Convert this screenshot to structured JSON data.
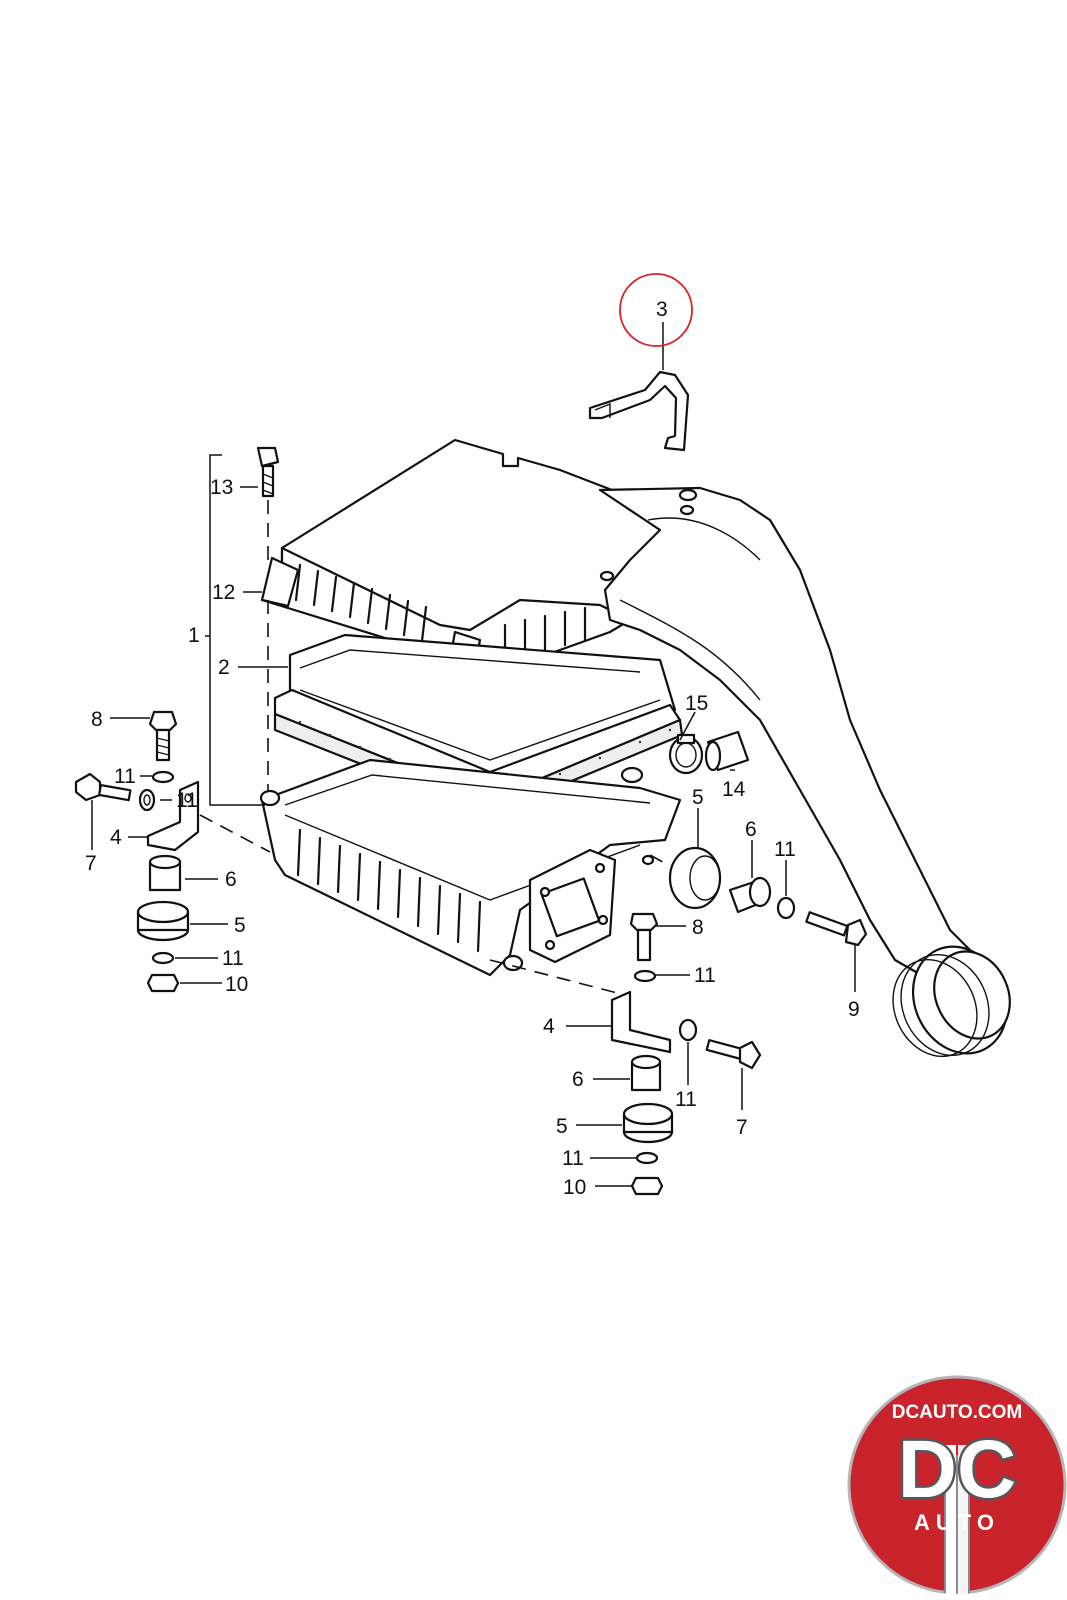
{
  "callouts": {
    "c1": "1",
    "c2": "2",
    "c3": "3",
    "c4a": "4",
    "c4b": "4",
    "c5a": "5",
    "c5b": "5",
    "c5c": "5",
    "c6a": "6",
    "c6b": "6",
    "c6c": "6",
    "c7a": "7",
    "c7b": "7",
    "c8a": "8",
    "c8b": "8",
    "c9": "9",
    "c10a": "10",
    "c10b": "10",
    "c11a": "11",
    "c11b": "11",
    "c11c": "11",
    "c11d": "11",
    "c11e": "11",
    "c11f": "11",
    "c12": "12",
    "c13": "13",
    "c14": "14",
    "c15": "15"
  },
  "highlight": {
    "callout": "3",
    "color": "#d9232a"
  },
  "logo": {
    "text_top": "DCAUTO.COM",
    "text_mid": "DC",
    "text_bottom": "AUTO",
    "colors": {
      "red": "#c9242b",
      "grey": "#8a8c90",
      "dark": "#55575c"
    }
  }
}
